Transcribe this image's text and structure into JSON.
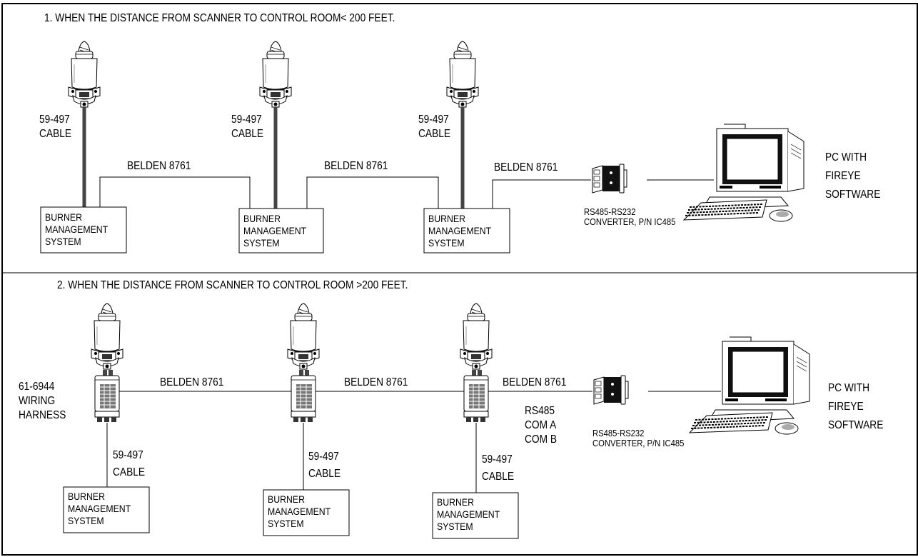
{
  "section1": {
    "heading": "1.  WHEN THE DISTANCE FROM SCANNER TO CONTROL ROOM< 200 FEET.",
    "cable_labels": [
      {
        "line1": "59-497",
        "line2": "CABLE"
      },
      {
        "line1": "59-497",
        "line2": "CABLE"
      },
      {
        "line1": "59-497",
        "line2": "CABLE"
      }
    ],
    "belden_labels": [
      "BELDEN 8761",
      "BELDEN 8761",
      "BELDEN 8761"
    ],
    "bms_boxes": [
      {
        "line1": "BURNER",
        "line2": "MANAGEMENT",
        "line3": "SYSTEM"
      },
      {
        "line1": "BURNER",
        "line2": "MANAGEMENT",
        "line3": "SYSTEM"
      },
      {
        "line1": "BURNER",
        "line2": "MANAGEMENT",
        "line3": "SYSTEM"
      }
    ],
    "converter": {
      "line1": "RS485-RS232",
      "line2": "CONVERTER, P/N IC485"
    },
    "pc": {
      "line1": "PC WITH",
      "line2": "FIREYE",
      "line3": "SOFTWARE"
    }
  },
  "section2": {
    "heading": "2.  WHEN THE DISTANCE FROM SCANNER TO CONTROL ROOM >200 FEET.",
    "harness": {
      "line1": "61-6944",
      "line2": "WIRING",
      "line3": "HARNESS"
    },
    "belden_labels": [
      "BELDEN 8761",
      "BELDEN 8761",
      "BELDEN 8761"
    ],
    "rs485": {
      "line1": "RS485",
      "line2": "COM A",
      "line3": "COM B"
    },
    "cable_labels": [
      {
        "line1": "59-497",
        "line2": "CABLE"
      },
      {
        "line1": "59-497",
        "line2": "CABLE"
      },
      {
        "line1": "59-497",
        "line2": "CABLE"
      }
    ],
    "bms_boxes": [
      {
        "line1": "BURNER",
        "line2": "MANAGEMENT",
        "line3": "SYSTEM"
      },
      {
        "line1": "BURNER",
        "line2": "MANAGEMENT",
        "line3": "SYSTEM"
      },
      {
        "line1": "BURNER",
        "line2": "MANAGEMENT",
        "line3": "SYSTEM"
      }
    ],
    "converter": {
      "line1": "RS485-RS232",
      "line2": "CONVERTER, P/N IC485"
    },
    "pc": {
      "line1": "PC WITH",
      "line2": "FIREYE",
      "line3": "SOFTWARE"
    }
  }
}
